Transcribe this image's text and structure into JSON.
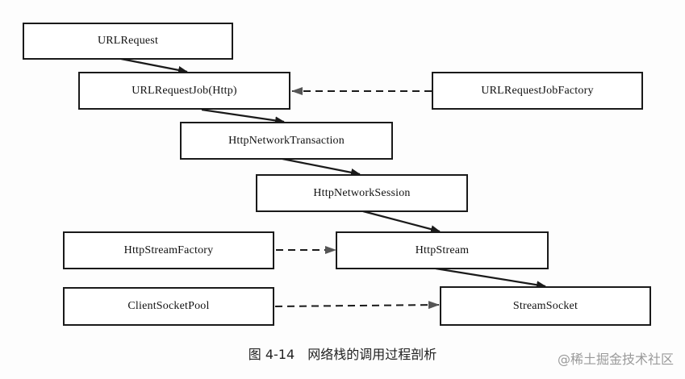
{
  "diagram": {
    "nodes": [
      {
        "id": "urlrequest",
        "label": "URLRequest"
      },
      {
        "id": "urlrequestjob",
        "label": "URLRequestJob(Http)"
      },
      {
        "id": "urlrequestjobfactory",
        "label": "URLRequestJobFactory"
      },
      {
        "id": "httpnetworktransaction",
        "label": "HttpNetworkTransaction"
      },
      {
        "id": "httpnetworksession",
        "label": "HttpNetworkSession"
      },
      {
        "id": "httpstreamfactory",
        "label": "HttpStreamFactory"
      },
      {
        "id": "httpstream",
        "label": "HttpStream"
      },
      {
        "id": "clientsocketpool",
        "label": "ClientSocketPool"
      },
      {
        "id": "streamsocket",
        "label": "StreamSocket"
      }
    ],
    "edges": [
      {
        "from": "urlrequest",
        "to": "urlrequestjob",
        "style": "solid"
      },
      {
        "from": "urlrequestjobfactory",
        "to": "urlrequestjob",
        "style": "dashed"
      },
      {
        "from": "urlrequestjob",
        "to": "httpnetworktransaction",
        "style": "solid"
      },
      {
        "from": "httpnetworktransaction",
        "to": "httpnetworksession",
        "style": "solid"
      },
      {
        "from": "httpnetworksession",
        "to": "httpstream",
        "style": "solid"
      },
      {
        "from": "httpstreamfactory",
        "to": "httpstream",
        "style": "dashed"
      },
      {
        "from": "httpstream",
        "to": "streamsocket",
        "style": "solid"
      },
      {
        "from": "clientsocketpool",
        "to": "streamsocket",
        "style": "dashed"
      }
    ]
  },
  "caption": {
    "figure_number": "图 4-14",
    "text": "网络栈的调用过程剖析"
  },
  "watermark": "@稀土掘金技术社区"
}
